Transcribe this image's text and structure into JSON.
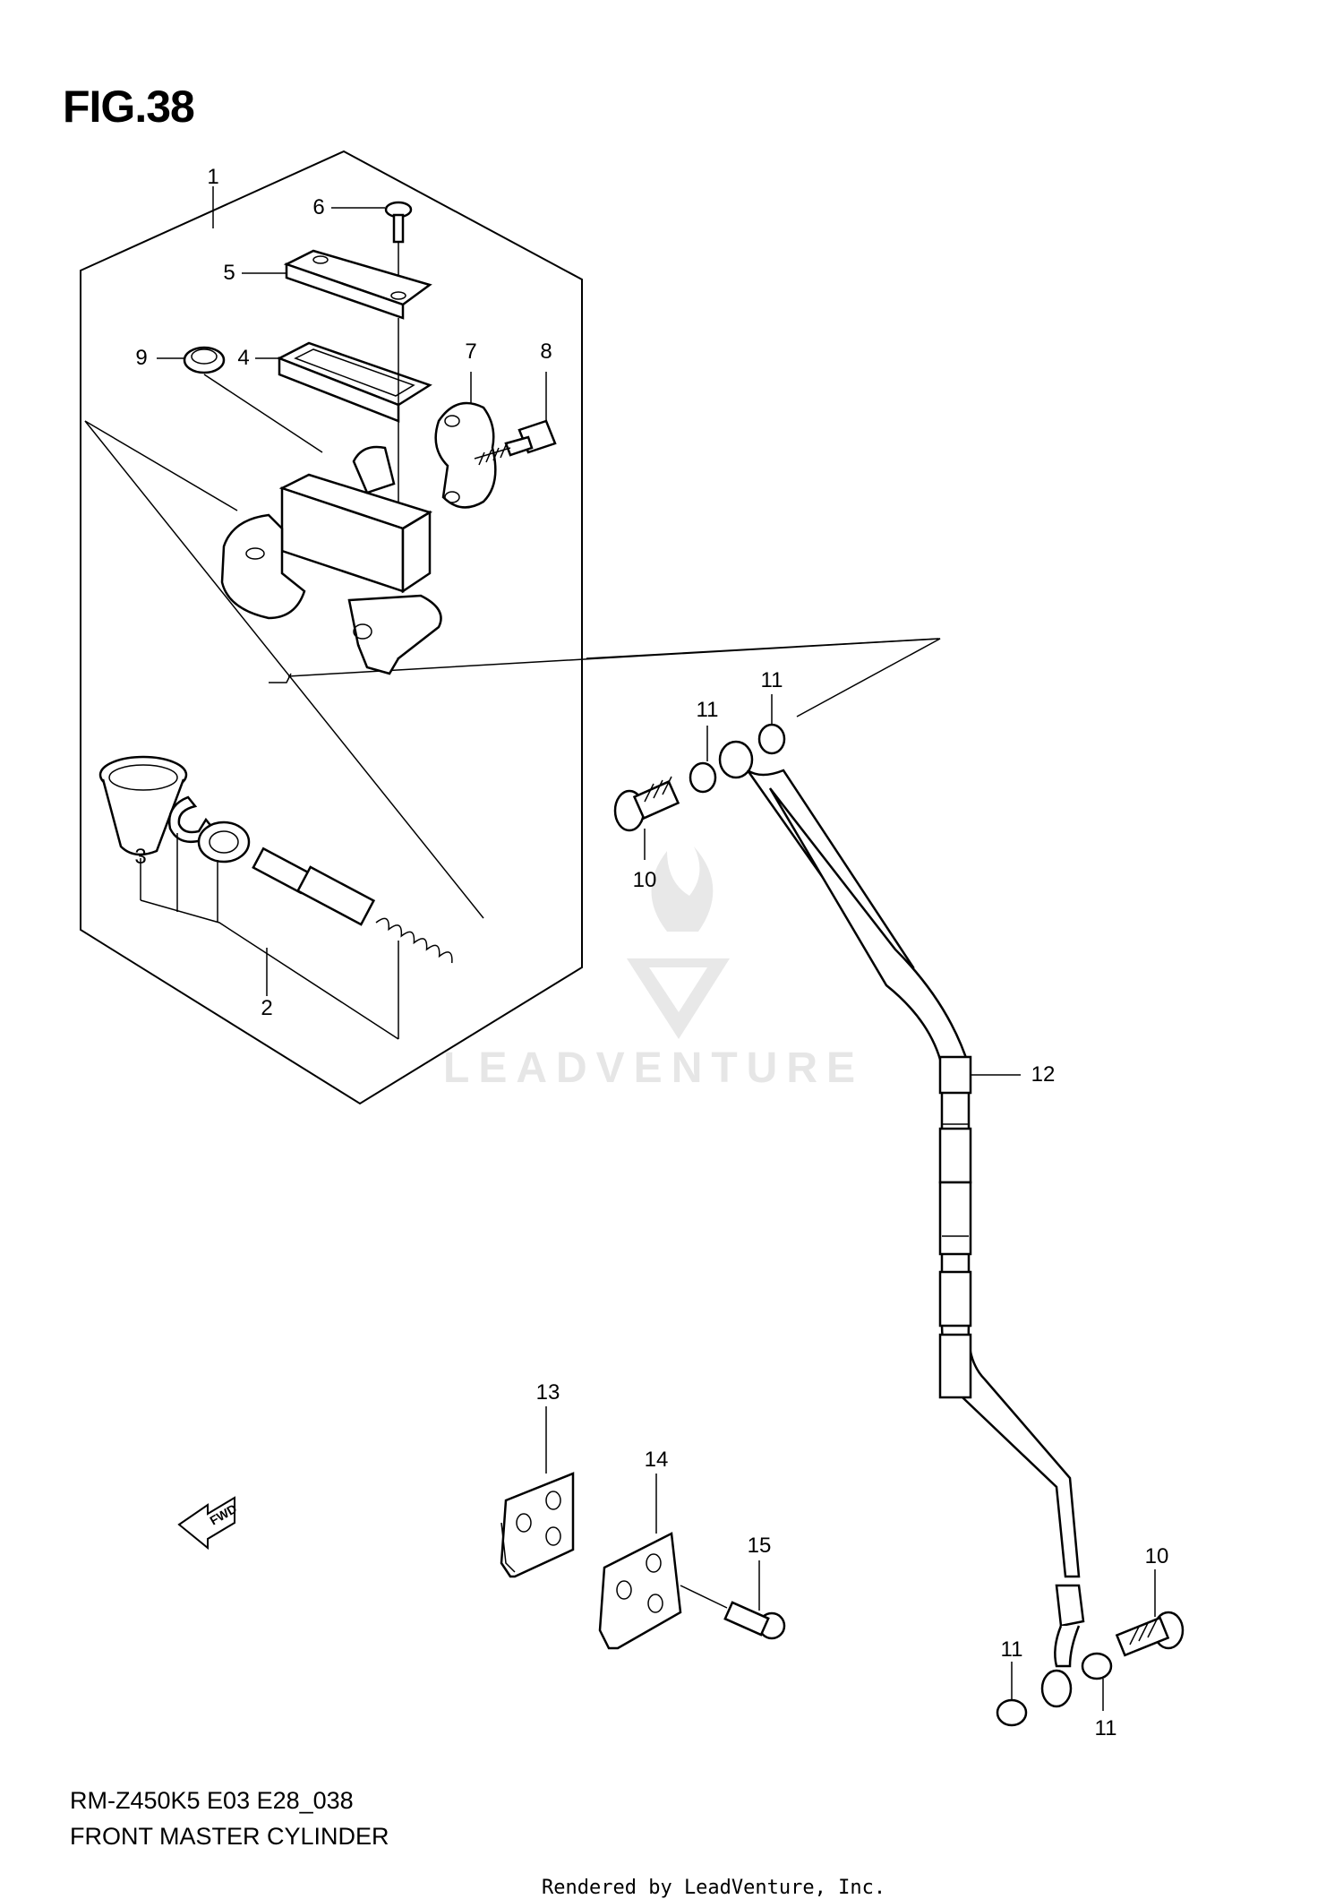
{
  "figure": {
    "title": "FIG.38",
    "model_code": "RM-Z450K5 E03 E28_038",
    "assembly_name": "FRONT MASTER CYLINDER"
  },
  "credit": "Rendered by LeadVenture, Inc.",
  "watermark": "LEADVENTURE",
  "fwd_label": "FWD",
  "callouts": [
    {
      "id": "c1",
      "label": "1"
    },
    {
      "id": "c6",
      "label": "6"
    },
    {
      "id": "c5",
      "label": "5"
    },
    {
      "id": "c9",
      "label": "9"
    },
    {
      "id": "c4",
      "label": "4"
    },
    {
      "id": "c7",
      "label": "7"
    },
    {
      "id": "c8",
      "label": "8"
    },
    {
      "id": "c3",
      "label": "3"
    },
    {
      "id": "c2",
      "label": "2"
    },
    {
      "id": "c11a",
      "label": "11"
    },
    {
      "id": "c11b",
      "label": "11"
    },
    {
      "id": "c10a",
      "label": "10"
    },
    {
      "id": "c12",
      "label": "12"
    },
    {
      "id": "c13",
      "label": "13"
    },
    {
      "id": "c14",
      "label": "14"
    },
    {
      "id": "c15",
      "label": "15"
    },
    {
      "id": "c10b",
      "label": "10"
    },
    {
      "id": "c11c",
      "label": "11"
    },
    {
      "id": "c11d",
      "label": "11"
    }
  ]
}
